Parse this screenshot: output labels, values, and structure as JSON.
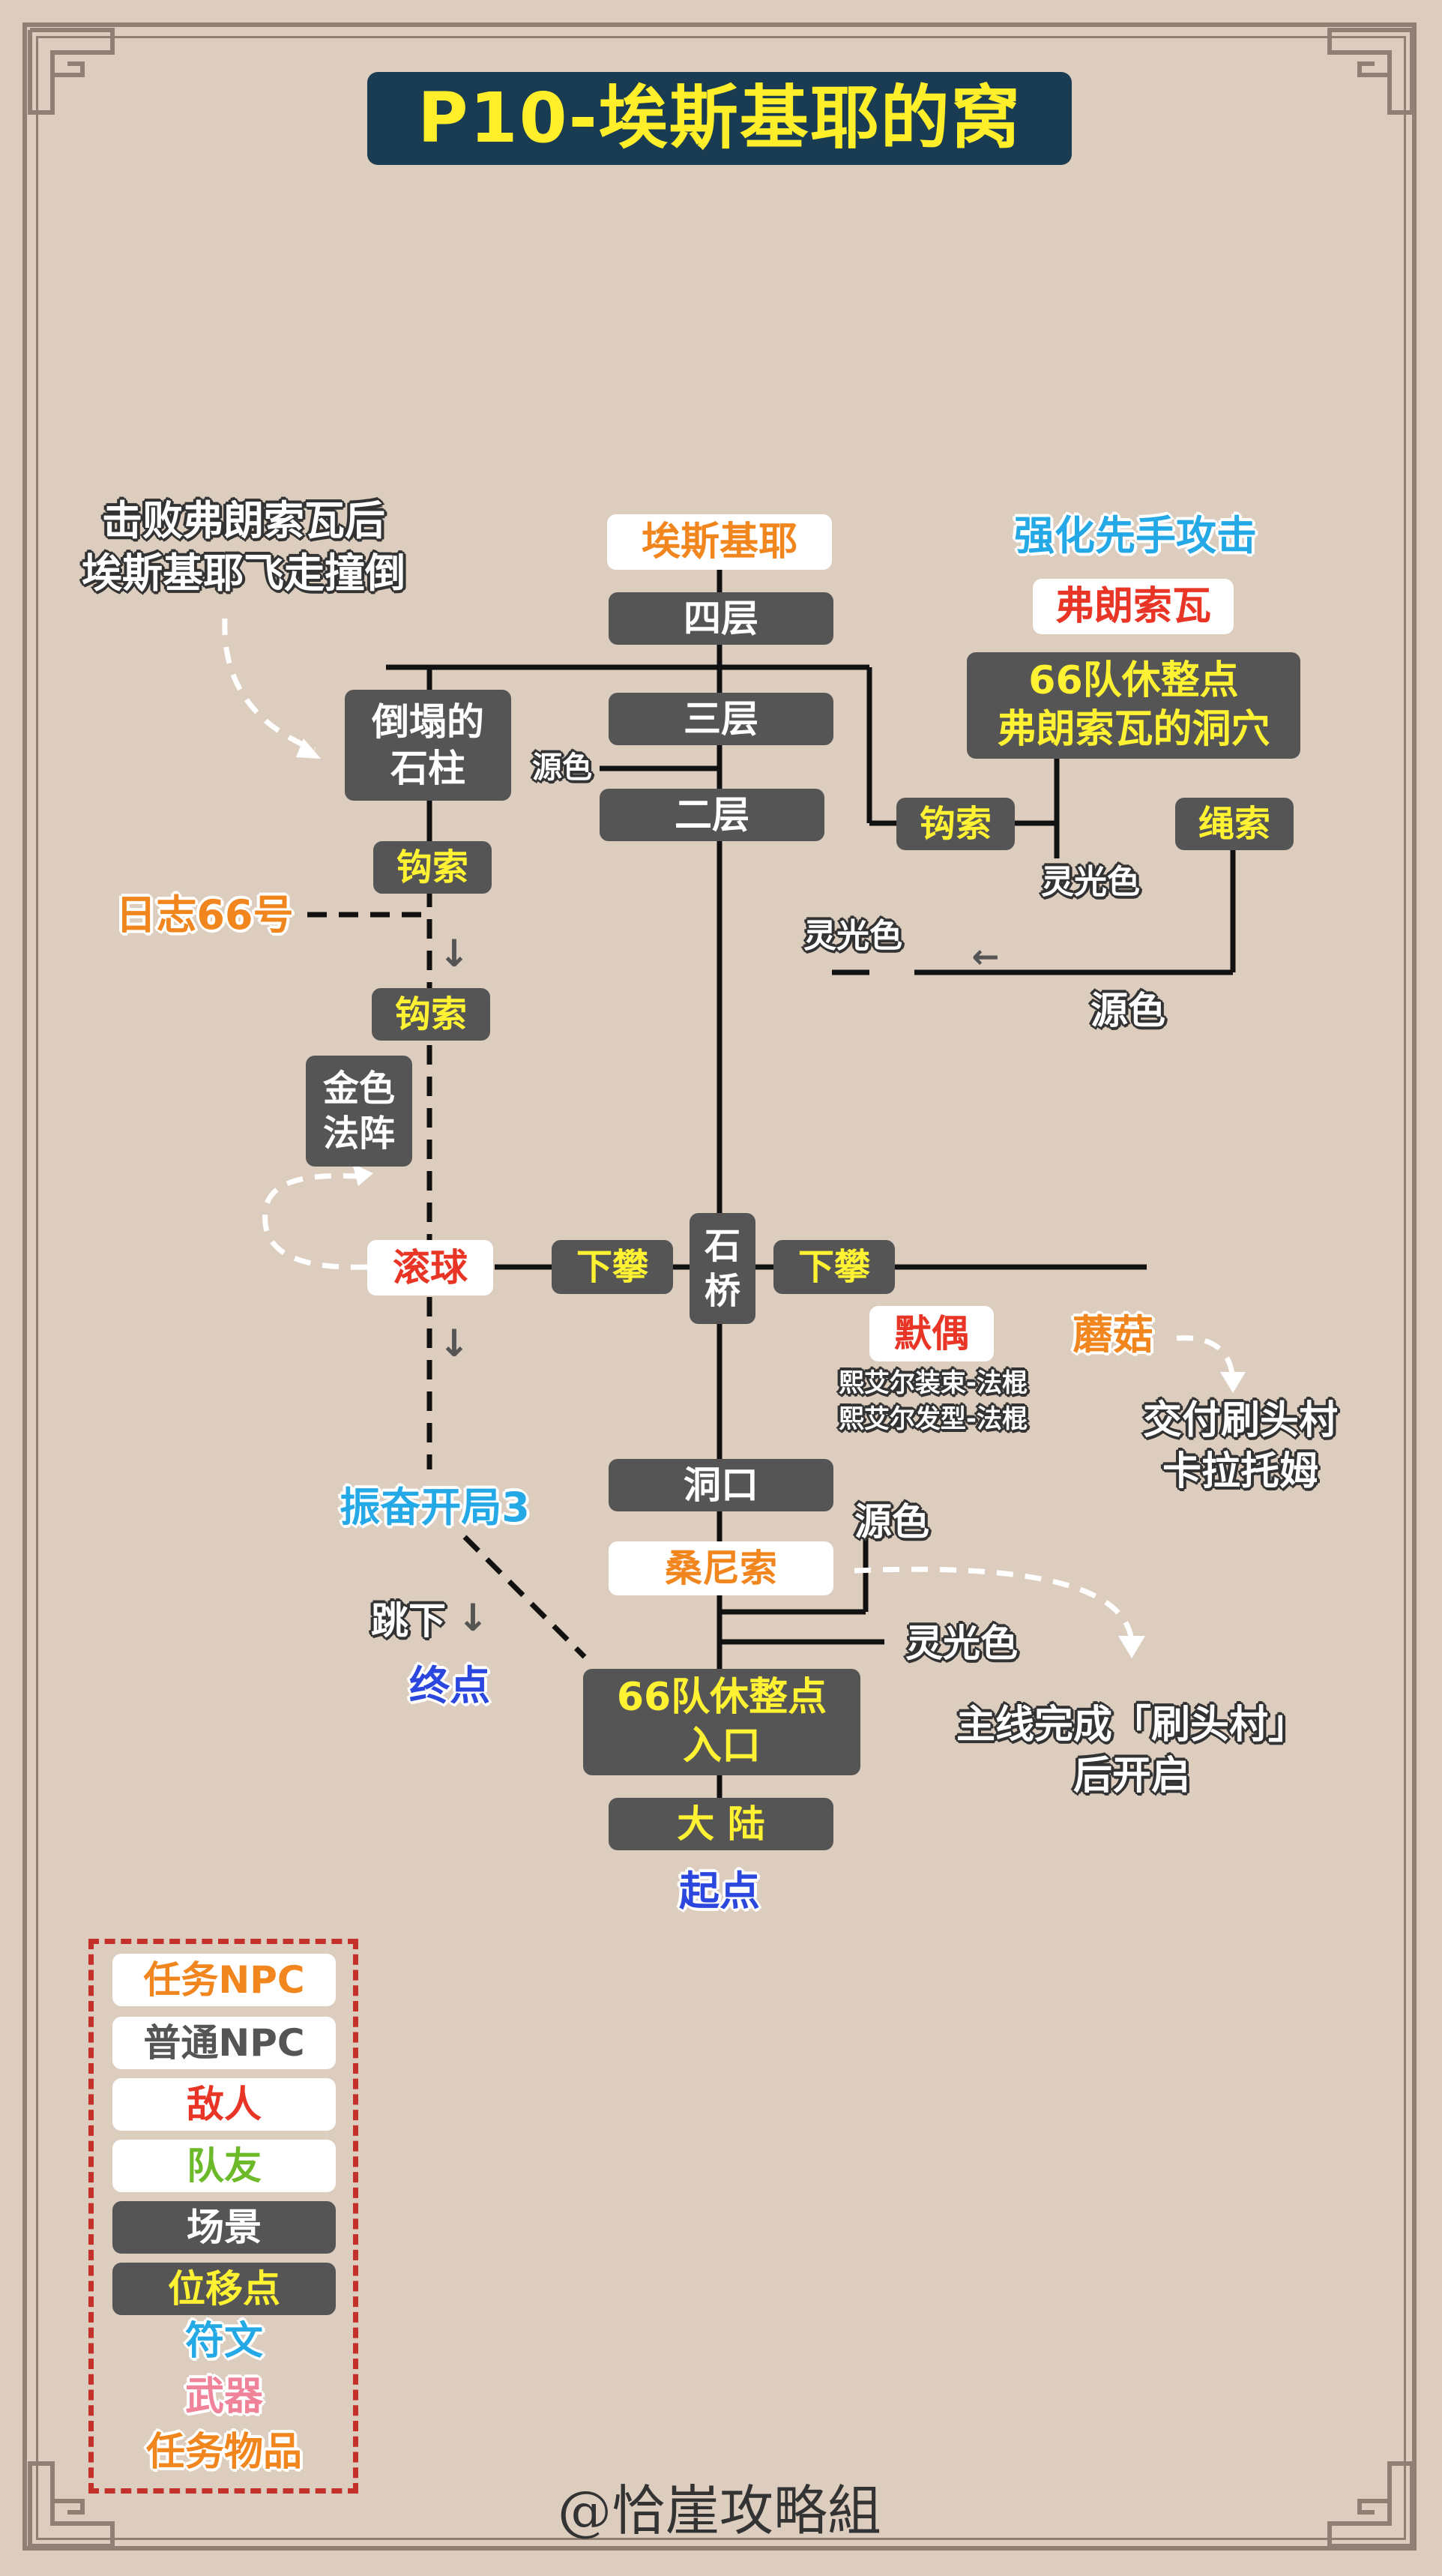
{
  "title": "P10-埃斯基耶的窝",
  "nodes": {
    "top_npc": "埃斯基耶",
    "floor4": "四层",
    "floor3": "三层",
    "floor2": "二层",
    "pillar": "倒塌的\n石柱",
    "hook1": "钩索",
    "hook2": "钩索",
    "hook3": "钩索",
    "rope": "绳索",
    "golden": "金色\n法阵",
    "rolling_ball": "滚球",
    "climb_left": "下攀",
    "climb_right": "下攀",
    "stone_bridge": "石\n桥",
    "puppet": "默偶",
    "mushroom": "蘑菇",
    "cave_mouth": "洞口",
    "sangnisuo": "桑尼索",
    "rest_entrance": "66队休整点\n入口",
    "mainland": "大 陆",
    "francoise": "弗朗索瓦",
    "rest_cave": "66队休整点\n弗朗索瓦的洞穴"
  },
  "labels": {
    "defeat_note": "击败弗朗索瓦后\n埃斯基耶飞走撞倒",
    "enhance": "强化先手攻击",
    "source_color_1": "源色",
    "source_color_2": "源色",
    "source_color_3": "源色",
    "aura_color_1": "灵光色",
    "aura_color_2": "灵光色",
    "aura_color_3": "灵光色",
    "journal": "日志66号",
    "puppet_items": "熙艾尔装束-法棍\n熙艾尔发型-法棍",
    "deliver": "交付刷头村\n卡拉托姆",
    "rousing": "振奋开局3",
    "jump_down": "跳下",
    "end_point": "终点",
    "start_point": "起点",
    "unlock_note": "主线完成「刷头村」\n后开启",
    "arrow_down": "↓",
    "arrow_left": "←"
  },
  "legend": {
    "quest_npc": "任务NPC",
    "normal_npc": "普通NPC",
    "enemy": "敌人",
    "teammate": "队友",
    "scene": "场景",
    "move_point": "位移点",
    "rune": "符文",
    "weapon": "武器",
    "quest_item": "任务物品"
  },
  "watermark": "@恰崖攻略組",
  "colors": {
    "background": "#dccdbf",
    "title_bg": "#193c52",
    "title_fg": "#ffef2a",
    "scene_bg": "#555555",
    "quest_npc": "#f2861e",
    "enemy": "#e83525",
    "teammate": "#6cb92a",
    "move_point": "#fff233",
    "rune": "#24a9e6",
    "weapon": "#f0839a",
    "start_end": "#2b47dd",
    "legend_border": "#c4302a"
  }
}
